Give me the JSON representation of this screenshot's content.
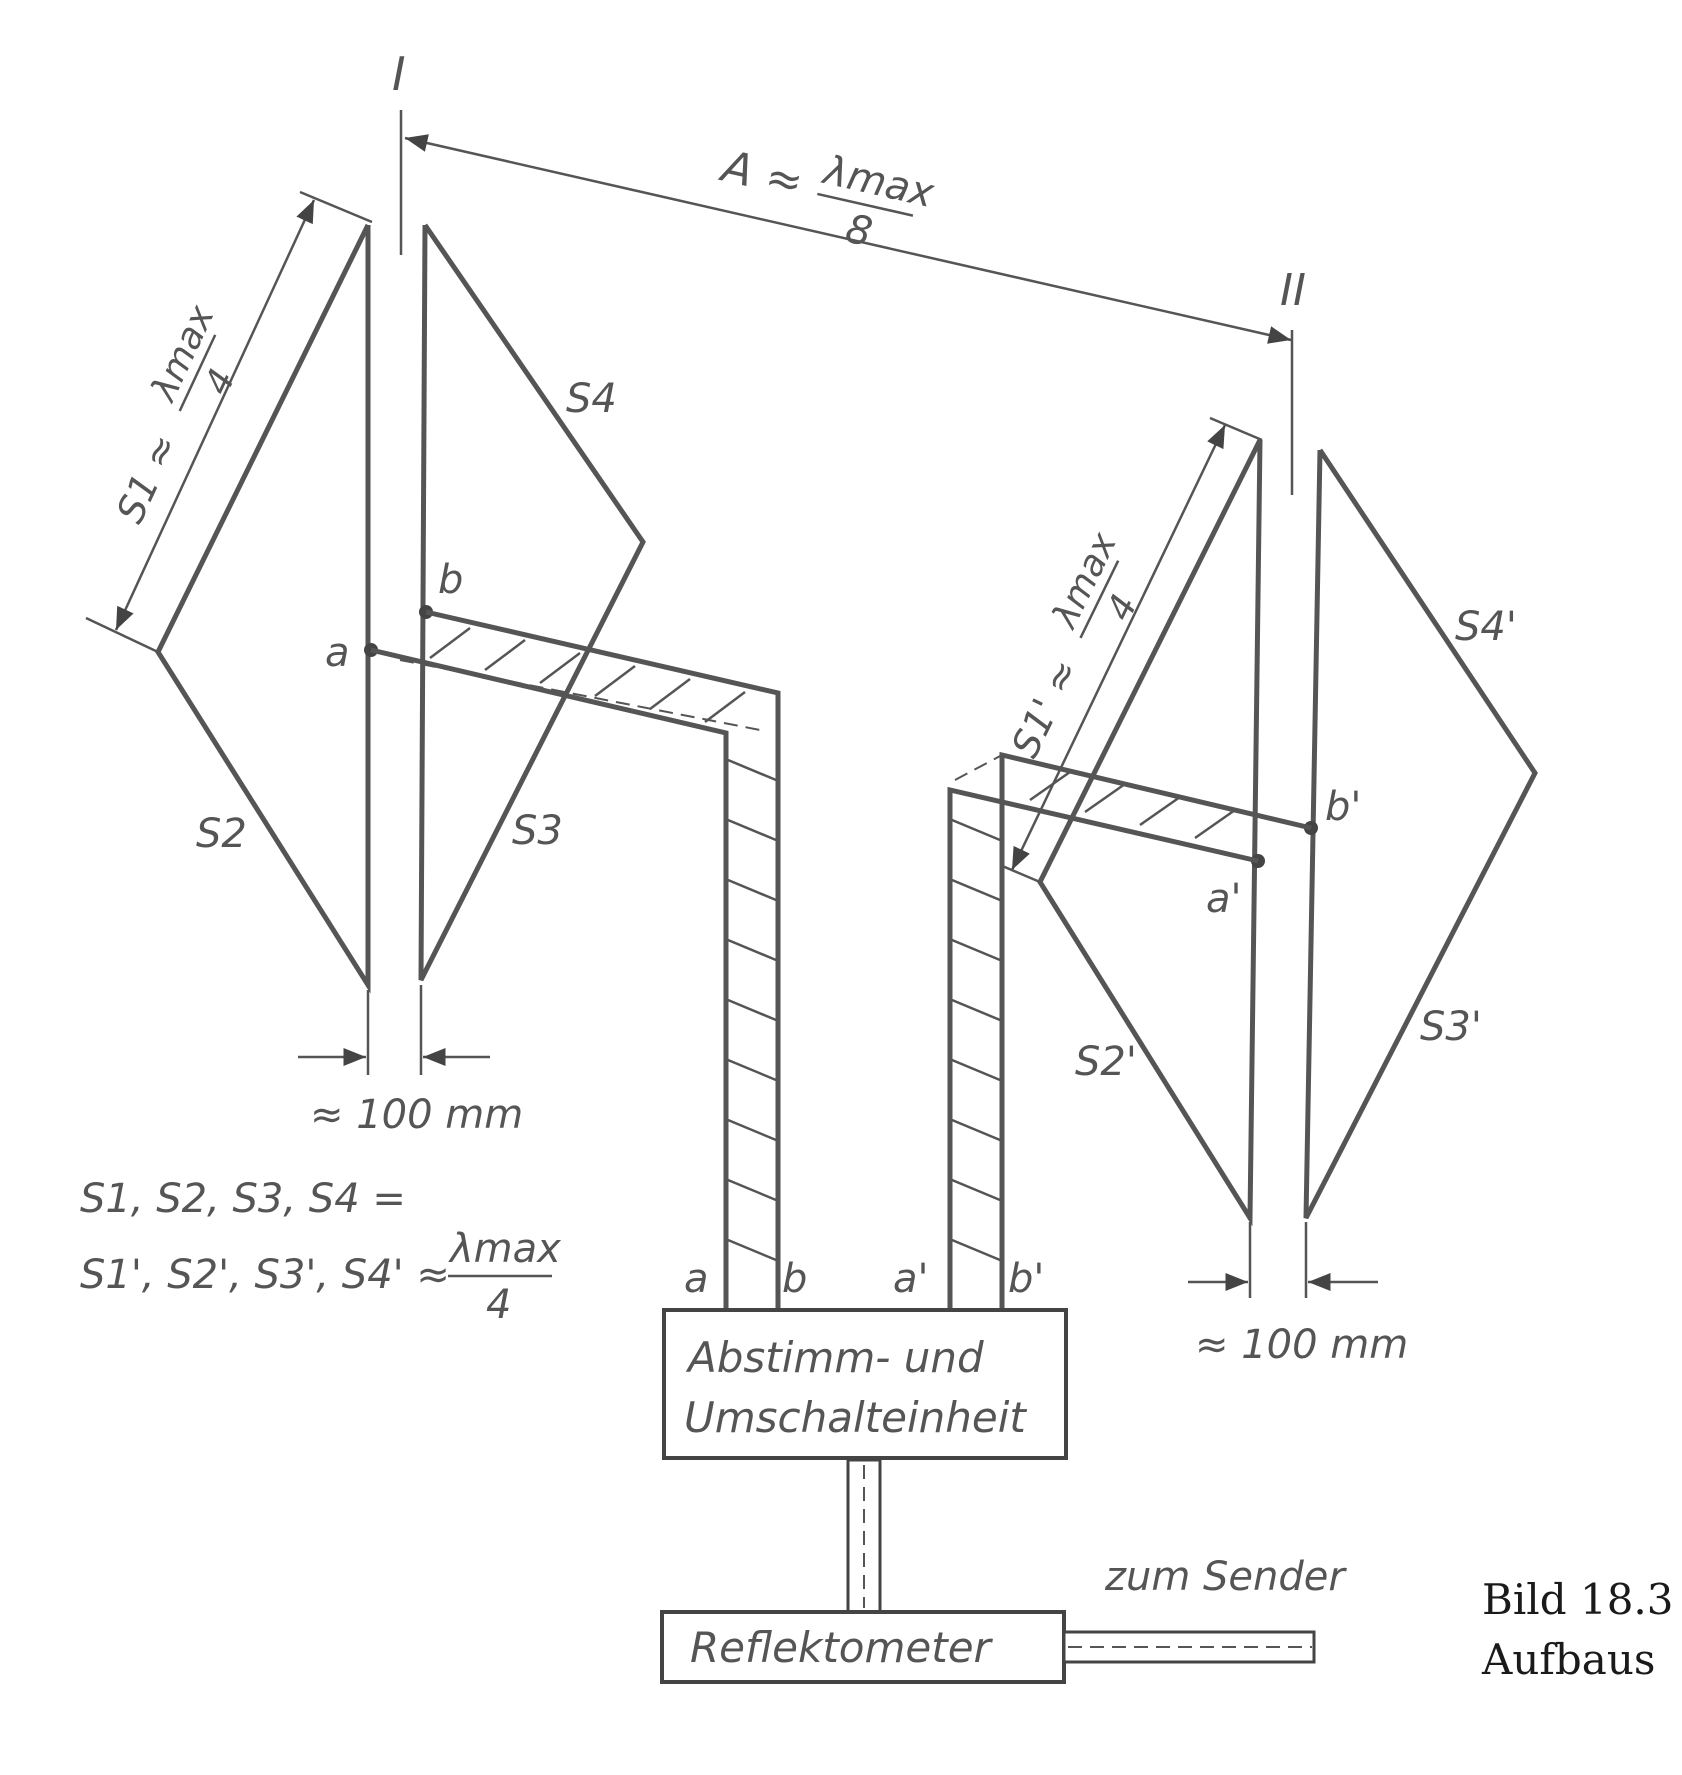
{
  "antenna_labels": {
    "system_1": "I",
    "system_2": "II"
  },
  "distance": {
    "prefix": "A ≈",
    "numerator": "λmax",
    "denominator": "8"
  },
  "left_dipole": {
    "length_prefix": "S1 ≈",
    "length_numerator": "λmax",
    "length_denominator": "4",
    "element_top_right": "S4",
    "element_bottom_left": "S2",
    "element_bottom_right": "S3",
    "feed_point_a": "a",
    "feed_point_b": "b",
    "gap": "≈ 100 mm"
  },
  "right_dipole": {
    "length_prefix": "S1' ≈",
    "length_numerator": "λmax",
    "length_denominator": "4",
    "element_top_right": "S4'",
    "element_bottom_left": "S2'",
    "element_bottom_right": "S3'",
    "feed_point_a": "a'",
    "feed_point_b": "b'",
    "gap": "≈ 100 mm"
  },
  "formula": {
    "line_1": "S1, S2, S3, S4 =",
    "line_2": "S1', S2', S3', S4' ≈",
    "numerator": "λmax",
    "denominator": "4"
  },
  "terminals": {
    "left_a": "a",
    "left_b": "b",
    "right_a": "a'",
    "right_b": "b'"
  },
  "units": {
    "tuning_line_1": "Abstimm- und",
    "tuning_line_2": "Umschalteinheit",
    "reflectometer": "Reflektometer",
    "to_transmitter": "zum Sender"
  },
  "caption": {
    "line_1": "Bild 18.3",
    "line_2": "Aufbaus"
  }
}
